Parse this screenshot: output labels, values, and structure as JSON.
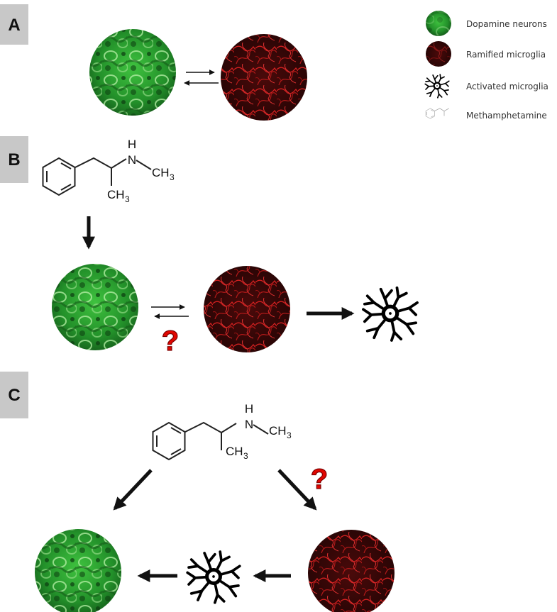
{
  "panels": {
    "a": {
      "label": "A"
    },
    "b": {
      "label": "B"
    },
    "c": {
      "label": "C"
    }
  },
  "legend": {
    "dopamine": "Dopamine neurons",
    "ramified": "Ramified microglia",
    "activated": "Activated microglia",
    "meth": "Methamphetamine"
  },
  "molecule": {
    "nh": "H",
    "n": "N",
    "ch": "CH",
    "sub3": "3"
  },
  "question_mark": "?",
  "colors": {
    "neuron_green": "#2fa82f",
    "microglia_red": "#3a0808",
    "question_red": "#e10600",
    "label_box": "#c8c8c8"
  },
  "icons": {
    "neurons": "green-neuron-tissue-circle",
    "microglia": "red-microglia-tissue-circle",
    "activated": "activated-microglia-icon",
    "meth": "methamphetamine-structure-icon"
  }
}
